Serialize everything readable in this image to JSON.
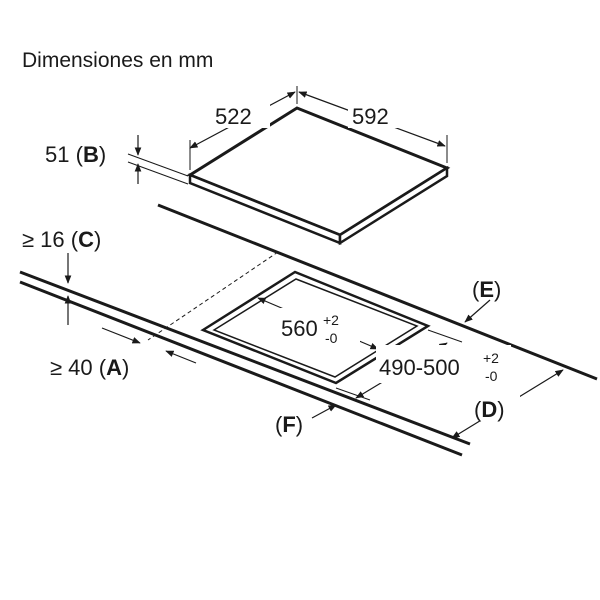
{
  "title": "Dimensiones en mm",
  "dimensions": {
    "hob_depth": "522",
    "hob_width": "592",
    "hob_thickness_value": "51",
    "hob_thickness_ref": "B",
    "clearance_top_prefix": "≥ 16",
    "clearance_top_ref": "C",
    "clearance_front_prefix": "≥ 40",
    "clearance_front_ref": "A",
    "cutout_width_base": "560",
    "cutout_width_plus": "+2",
    "cutout_width_minus": "-0",
    "cutout_depth_base": "490-500",
    "cutout_depth_plus": "+2",
    "cutout_depth_minus": "-0",
    "ref_d": "D",
    "ref_e": "E",
    "ref_f": "F"
  },
  "colors": {
    "line": "#1a1a1a",
    "background": "#ffffff"
  }
}
